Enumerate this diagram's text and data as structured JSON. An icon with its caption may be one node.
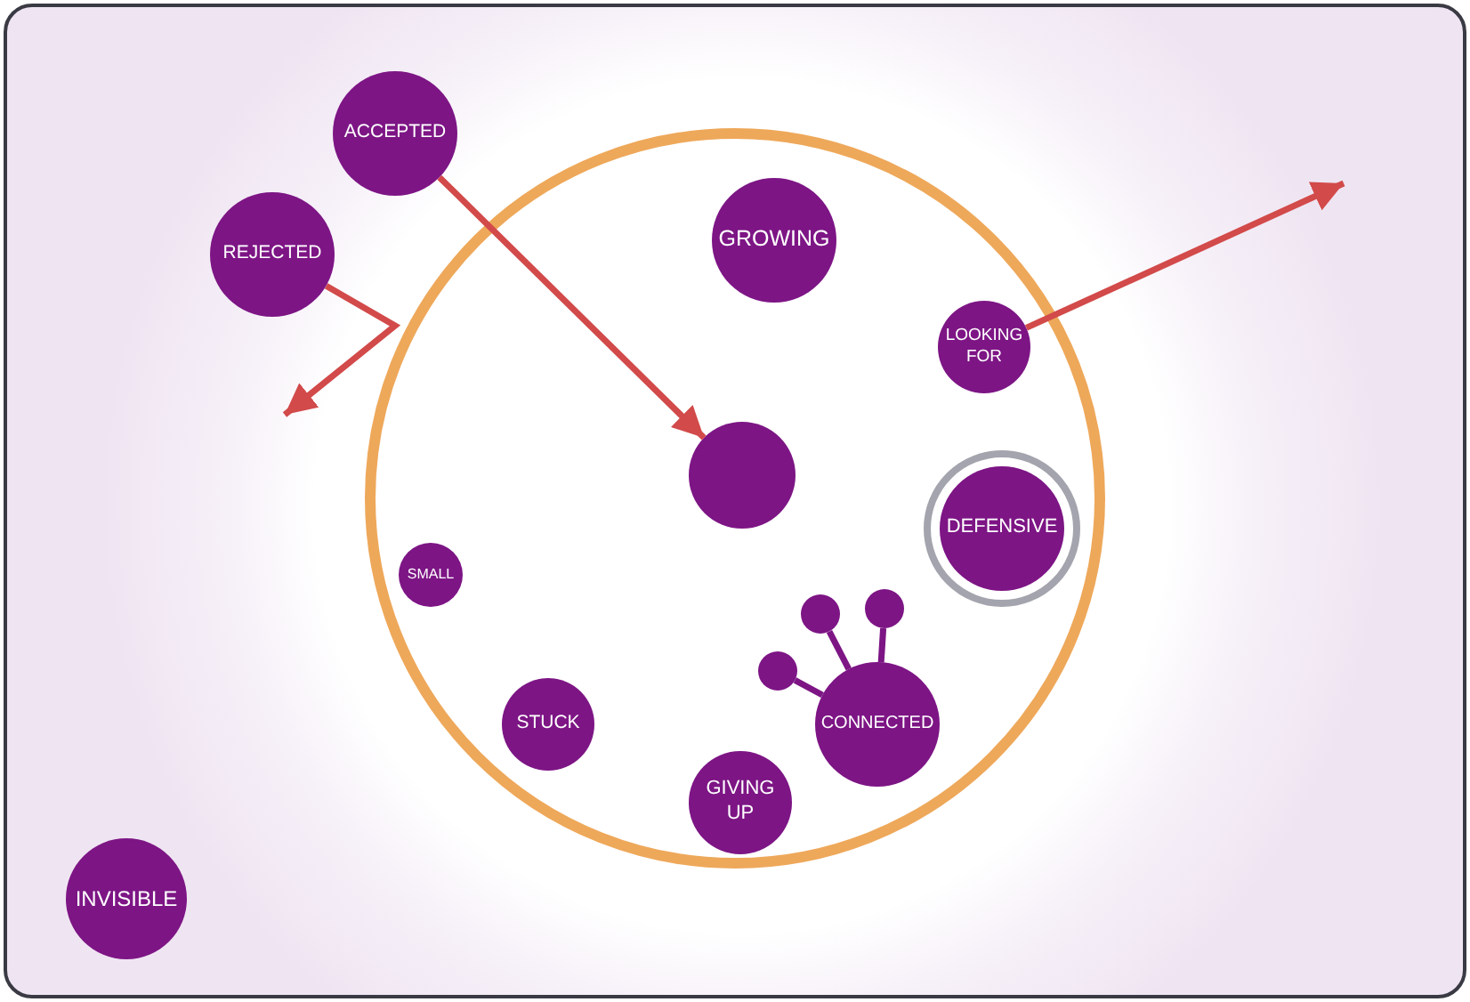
{
  "diagram": {
    "nodes": [
      {
        "text": [
          "ACCEPTED"
        ]
      },
      {
        "text": [
          "REJECTED"
        ]
      },
      {
        "text": [],
        "shape": "circle"
      },
      {
        "text": [
          "GROWING"
        ],
        "in": 2
      },
      {
        "text": [
          "LOOKING FOR"
        ],
        "in": 2
      },
      {
        "text": [],
        "shape": "circle",
        "in": 2
      },
      {
        "text": [
          "DEFENSIVE"
        ],
        "in": 2
      },
      {
        "text": [
          "SMALL"
        ],
        "in": 2
      },
      {
        "text": [],
        "shape": "circle",
        "in": 2
      },
      {
        "text": [],
        "shape": "circle",
        "in": 2
      },
      {
        "text": [],
        "shape": "circle",
        "in": 2
      },
      {
        "text": [
          "STUCK"
        ],
        "in": 2
      },
      {
        "text": [
          "CONNECTED"
        ],
        "in": 2
      },
      {
        "text": [
          "GIVING UP"
        ],
        "in": 2
      },
      {
        "text": [
          "INVISIBLE"
        ]
      }
    ],
    "edges": [
      {
        "from": 0,
        "to": 5,
        "arrow": "to",
        "color": "#d24a4a"
      },
      {
        "from": 1,
        "to": null,
        "arrow": "to",
        "color": "#d24a4a"
      },
      {
        "from": 4,
        "to": null,
        "arrow": "to",
        "color": "#d24a4a"
      },
      {
        "from": 8,
        "to": 12,
        "arrow": "none",
        "color": "#7d1585"
      },
      {
        "from": 9,
        "to": 12,
        "arrow": "none",
        "color": "#7d1585"
      },
      {
        "from": 10,
        "to": 12,
        "arrow": "none",
        "color": "#7d1585"
      }
    ]
  }
}
